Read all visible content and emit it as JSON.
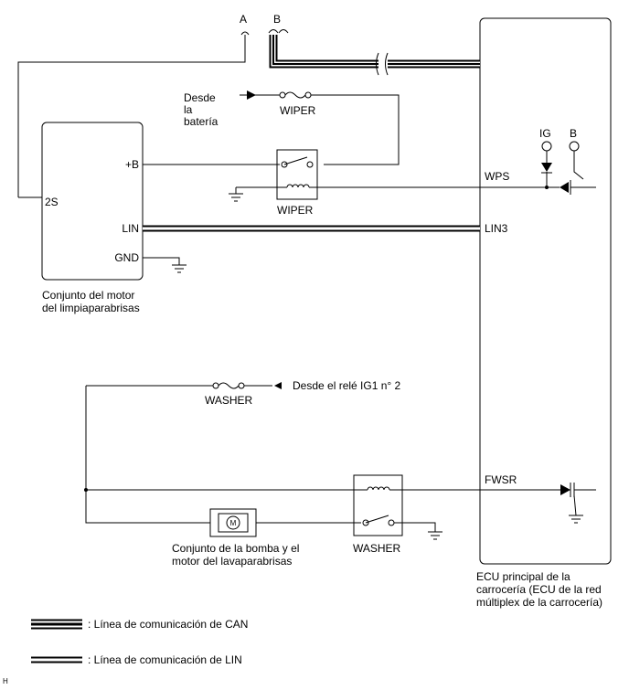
{
  "connectors": {
    "a": "A",
    "b": "B"
  },
  "battery_source": {
    "line1": "Desde",
    "line2": "la",
    "line3": "batería"
  },
  "wiper_fuse_label": "WIPER",
  "wiper_relay_label": "WIPER",
  "motor": {
    "pins": {
      "two_s": "2S",
      "plus_b": "+B",
      "lin": "LIN",
      "gnd": "GND"
    },
    "caption_line1": "Conjunto del motor",
    "caption_line2": "del limpiaparabrisas"
  },
  "ecu": {
    "pins": {
      "ig": "IG",
      "b": "B",
      "wps": "WPS",
      "lin3": "LIN3",
      "fwsr": "FWSR"
    },
    "caption_line1": "ECU principal de la",
    "caption_line2": "carrocería (ECU de la red",
    "caption_line3": "múltiplex de la carrocería)"
  },
  "washer_fuse_label": "WASHER",
  "ig1_source": "Desde el relé IG1 n° 2",
  "pump": {
    "symbol": "M",
    "caption_line1": "Conjunto de la bomba y el",
    "caption_line2": "motor del lavaparabrisas"
  },
  "washer_relay_label": "WASHER",
  "legend": {
    "can": ": Línea de comunicación de CAN",
    "lin": ": Línea de comunicación de LIN"
  },
  "corner_mark": "H"
}
